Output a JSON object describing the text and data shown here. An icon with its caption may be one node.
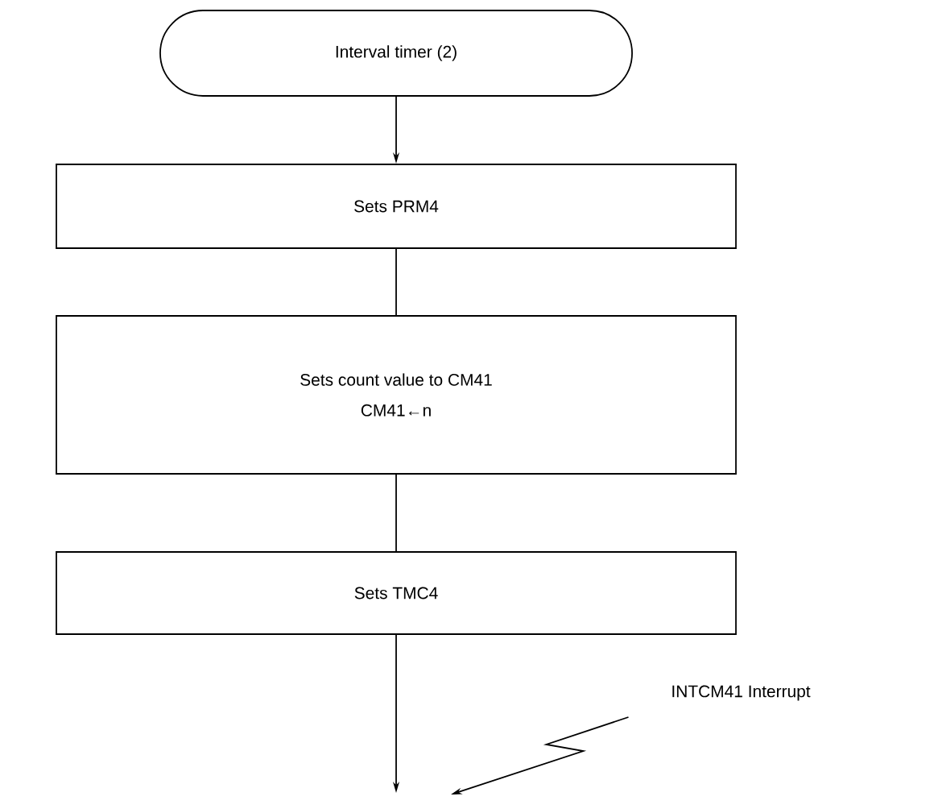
{
  "diagram": {
    "nodes": [
      {
        "text": [
          "Interval timer (2)"
        ]
      },
      {
        "text": [
          "Sets PRM4"
        ]
      },
      {
        "text": [
          "Sets count value to CM41",
          "CM41←n"
        ]
      },
      {
        "text": [
          "Sets TMC4"
        ]
      },
      {
        "text": [
          "INTCM41 Interrupt"
        ]
      }
    ],
    "edges": [
      {
        "from": 0,
        "to": 1,
        "arrow": "to"
      },
      {
        "from": 1,
        "to": 2,
        "arrow": "none"
      },
      {
        "from": 2,
        "to": 3,
        "arrow": "none"
      },
      {
        "from": 3,
        "to": null,
        "arrow": "to"
      },
      {
        "from": 4,
        "to": null,
        "arrow": "to"
      }
    ]
  }
}
